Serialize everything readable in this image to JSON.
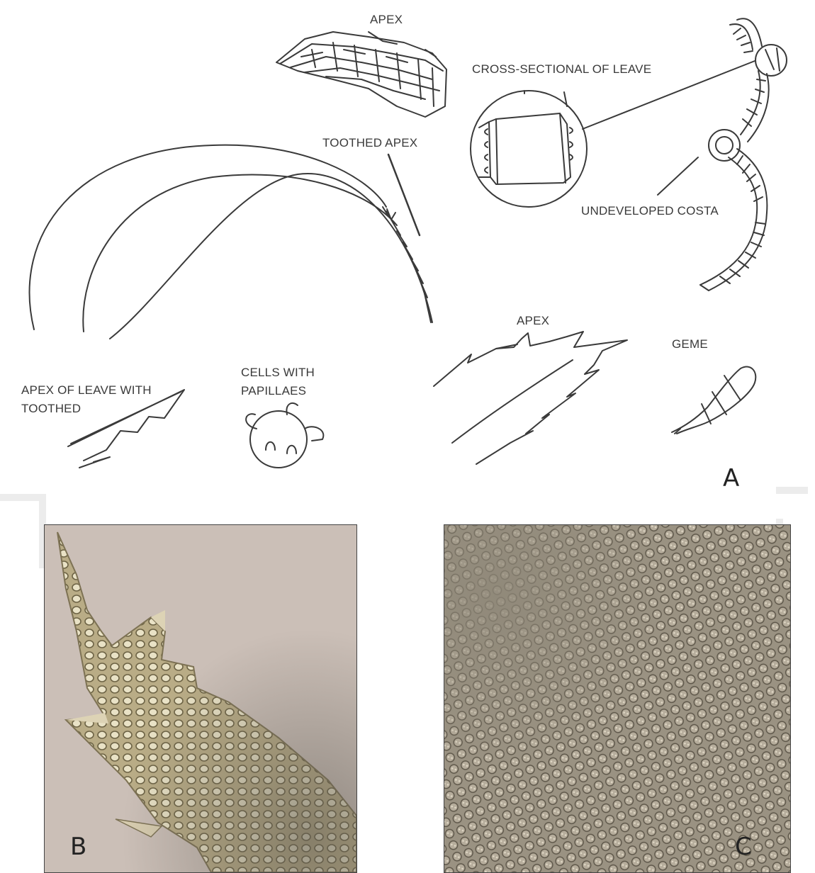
{
  "panel_a": {
    "letter": "A",
    "labels": {
      "apex_top": "APEX",
      "cross_section": "CROSS-SECTIONAL OF LEAVE",
      "toothed_apex": "TOOTHED APEX",
      "undeveloped_costa": "UNDEVELOPED COSTA",
      "apex_right": "APEX",
      "geme": "GEME",
      "apex_leave_line1": "APEX OF LEAVE WITH",
      "apex_leave_line2": "TOOTHED",
      "cells_line1": "CELLS WITH",
      "cells_line2": "PAPILLAES"
    }
  },
  "panel_b": {
    "letter": "B"
  },
  "panel_c": {
    "letter": "C"
  },
  "colors": {
    "ink": "#3a3a3a",
    "photo_b_bg": "#cfc3bb",
    "photo_c_bg": "#a49b8c"
  }
}
